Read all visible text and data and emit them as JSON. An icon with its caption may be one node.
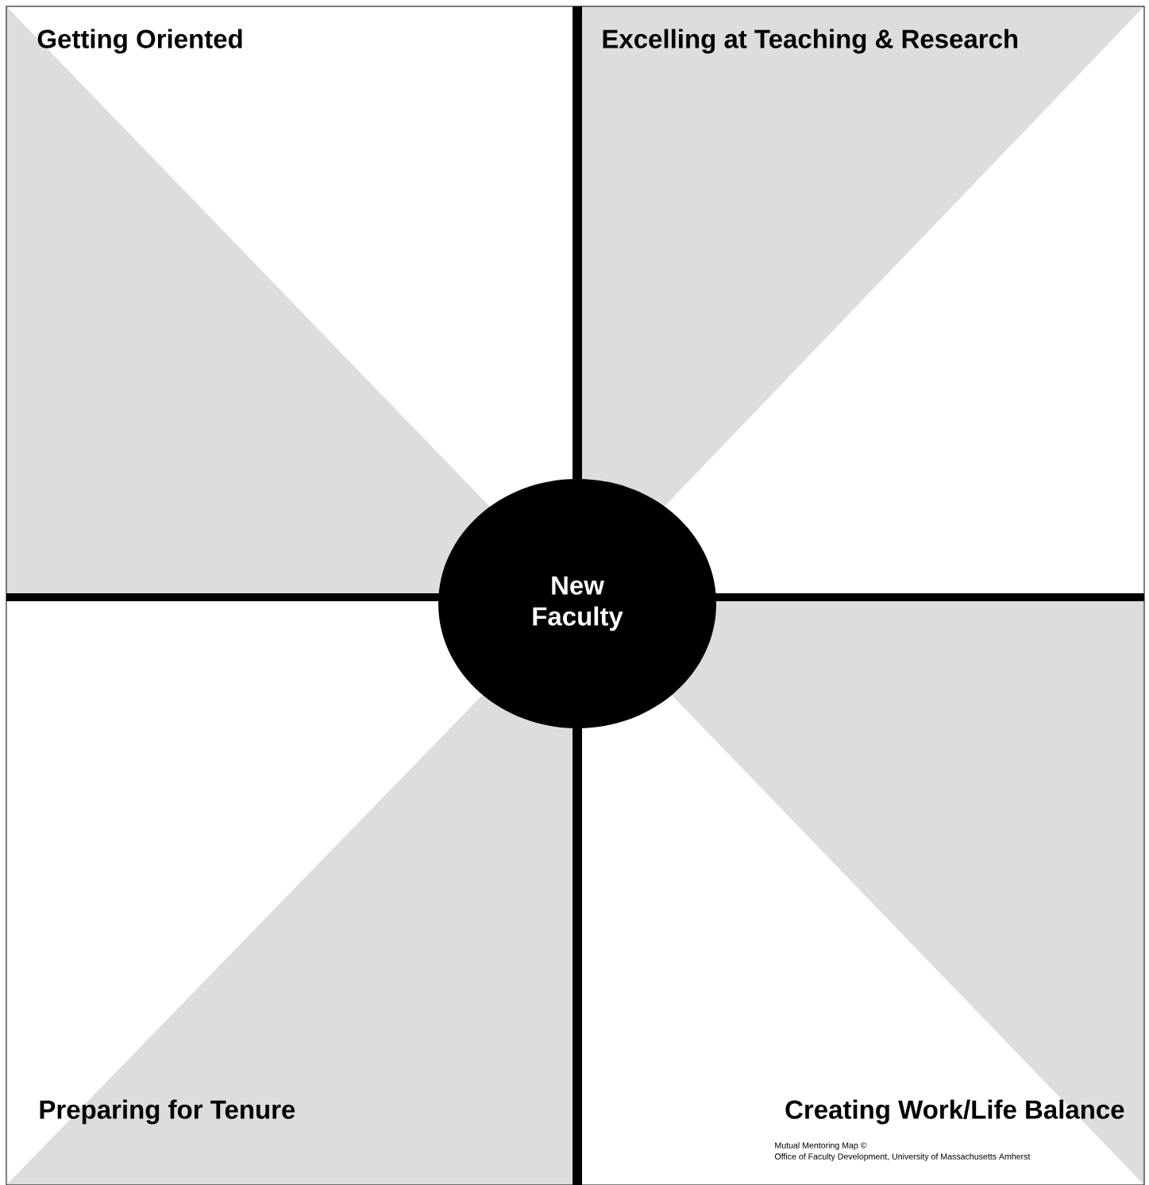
{
  "diagram": {
    "nodes": [
      {
        "text": [
          "Getting Oriented"
        ]
      },
      {
        "text": [
          "Excelling at Teaching & Research"
        ]
      },
      {
        "text": [
          "New Faculty"
        ]
      },
      {
        "text": [
          "Preparing for Tenure"
        ]
      },
      {
        "text": [
          "Creating Work/Life Balance"
        ]
      }
    ],
    "labels": [
      "Mutual Mentoring Map ©",
      "Office of Faculty Development, University of Massachusetts Amherst"
    ]
  }
}
